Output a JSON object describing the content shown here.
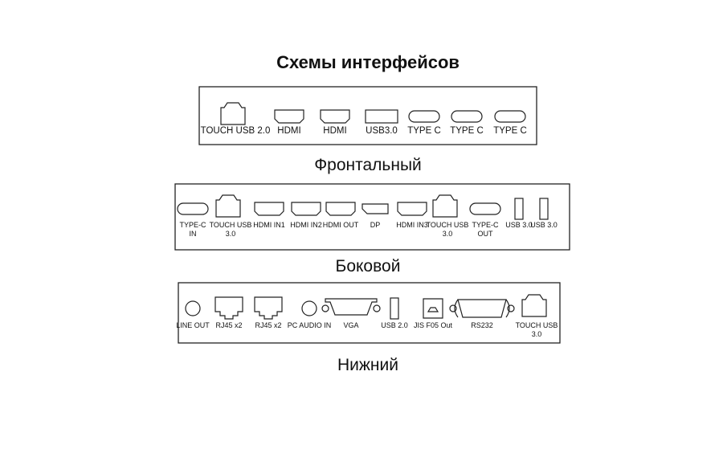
{
  "title": "Схемы интерфейсов",
  "panels": [
    {
      "caption": "Фронтальный",
      "ports": [
        {
          "icon": "usb-b-port-icon",
          "label": [
            "TOUCH USB 2.0"
          ]
        },
        {
          "icon": "hdmi-port-icon",
          "label": [
            "HDMI"
          ]
        },
        {
          "icon": "hdmi-port-icon",
          "label": [
            "HDMI"
          ]
        },
        {
          "icon": "usb-a-port-icon",
          "label": [
            "USB3.0"
          ]
        },
        {
          "icon": "usb-c-port-icon",
          "label": [
            "TYPE C"
          ]
        },
        {
          "icon": "usb-c-port-icon",
          "label": [
            "TYPE C"
          ]
        },
        {
          "icon": "usb-c-port-icon",
          "label": [
            "TYPE C"
          ]
        }
      ]
    },
    {
      "caption": "Боковой",
      "ports": [
        {
          "icon": "usb-c-port-icon",
          "label": [
            "TYPE-C",
            "IN"
          ]
        },
        {
          "icon": "usb-b-port-icon",
          "label": [
            "TOUCH USB",
            "3.0"
          ]
        },
        {
          "icon": "hdmi-port-icon",
          "label": [
            "HDMI IN1"
          ]
        },
        {
          "icon": "hdmi-port-icon",
          "label": [
            "HDMI IN2"
          ]
        },
        {
          "icon": "hdmi-port-icon",
          "label": [
            "HDMI OUT"
          ]
        },
        {
          "icon": "displayport-icon",
          "label": [
            "DP"
          ]
        },
        {
          "icon": "hdmi-port-icon",
          "label": [
            "HDMI IN3"
          ]
        },
        {
          "icon": "usb-b-port-icon",
          "label": [
            "TOUCH USB",
            "3.0"
          ]
        },
        {
          "icon": "usb-c-port-icon",
          "label": [
            "TYPE-C",
            "OUT"
          ]
        },
        {
          "icon": "usb-a-vertical-port-icon",
          "label": [
            "USB 3.0"
          ]
        },
        {
          "icon": "usb-a-vertical-port-icon",
          "label": [
            "USB 3.0"
          ]
        }
      ]
    },
    {
      "caption": "Нижний",
      "ports": [
        {
          "icon": "audio-jack-icon",
          "label": [
            "LINE OUT"
          ]
        },
        {
          "icon": "rj45-port-icon",
          "label": [
            "RJ45 x2"
          ]
        },
        {
          "icon": "rj45-port-icon",
          "label": [
            "RJ45 x2"
          ]
        },
        {
          "icon": "audio-jack-icon",
          "label": [
            "PC AUDIO IN"
          ]
        },
        {
          "icon": "vga-port-icon",
          "label": [
            "VGA"
          ]
        },
        {
          "icon": "usb-a-vertical-port-icon",
          "label": [
            "USB 2.0"
          ]
        },
        {
          "icon": "optical-port-icon",
          "label": [
            "JIS F05 Out"
          ]
        },
        {
          "icon": "rs232-port-icon",
          "label": [
            "RS232"
          ]
        },
        {
          "icon": "usb-b-port-icon",
          "label": [
            "TOUCH USB",
            "3.0"
          ]
        }
      ]
    }
  ]
}
